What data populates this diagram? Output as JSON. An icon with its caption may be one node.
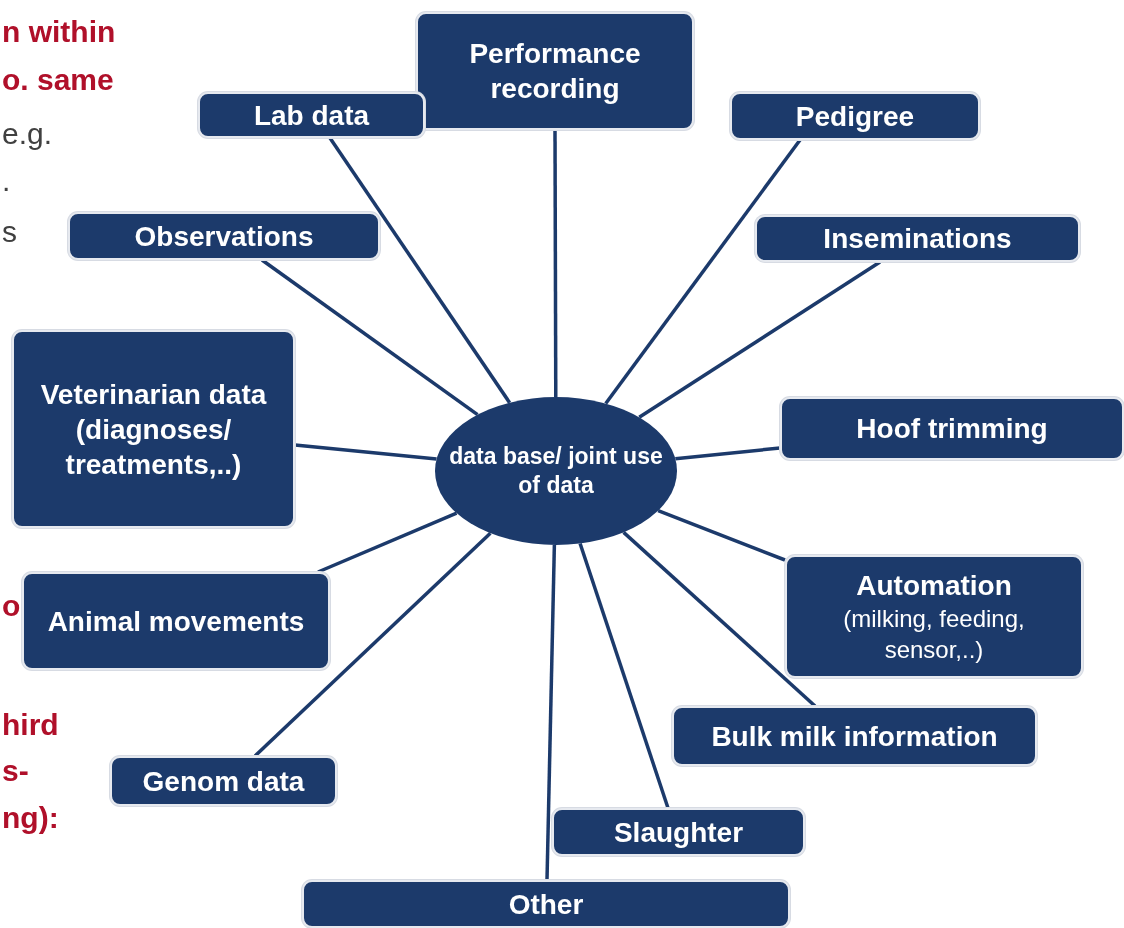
{
  "diagram": {
    "nodes": [
      {
        "text": [
          "Performance recording"
        ]
      },
      {
        "text": [
          "Lab data"
        ]
      },
      {
        "text": [
          "Pedigree"
        ]
      },
      {
        "text": [
          "Observations"
        ]
      },
      {
        "text": [
          "Inseminations"
        ]
      },
      {
        "text": [
          "Veterinarian data (diagnoses/ treatments,..)"
        ]
      },
      {
        "text": [
          "Hoof trimming"
        ]
      },
      {
        "text": [
          "data base/ joint use of data"
        ]
      },
      {
        "text": [
          "Automation",
          "(milking, feeding, sensor,..)"
        ]
      },
      {
        "text": [
          "Animal movements"
        ]
      },
      {
        "text": [
          "Bulk milk information"
        ]
      },
      {
        "text": [
          "Genom data"
        ]
      },
      {
        "text": [
          "Slaughter"
        ]
      },
      {
        "text": [
          "Other"
        ]
      }
    ],
    "edges": [
      {
        "from": 7,
        "to": 0,
        "arrow": "none"
      },
      {
        "from": 7,
        "to": 1,
        "arrow": "none"
      },
      {
        "from": 7,
        "to": 2,
        "arrow": "none"
      },
      {
        "from": 7,
        "to": 3,
        "arrow": "none"
      },
      {
        "from": 7,
        "to": 4,
        "arrow": "none"
      },
      {
        "from": 7,
        "to": 5,
        "arrow": "none"
      },
      {
        "from": 7,
        "to": 6,
        "arrow": "none"
      },
      {
        "from": 7,
        "to": 8,
        "arrow": "none"
      },
      {
        "from": 7,
        "to": 9,
        "arrow": "none"
      },
      {
        "from": 7,
        "to": 10,
        "arrow": "none"
      },
      {
        "from": 7,
        "to": 11,
        "arrow": "none"
      },
      {
        "from": 7,
        "to": 12,
        "arrow": "none"
      },
      {
        "from": 7,
        "to": 13,
        "arrow": "none"
      }
    ],
    "labels": [
      "n within",
      "o. same",
      "e.g.",
      ".",
      "s",
      "o",
      "hird",
      "s-",
      "ng):"
    ]
  }
}
